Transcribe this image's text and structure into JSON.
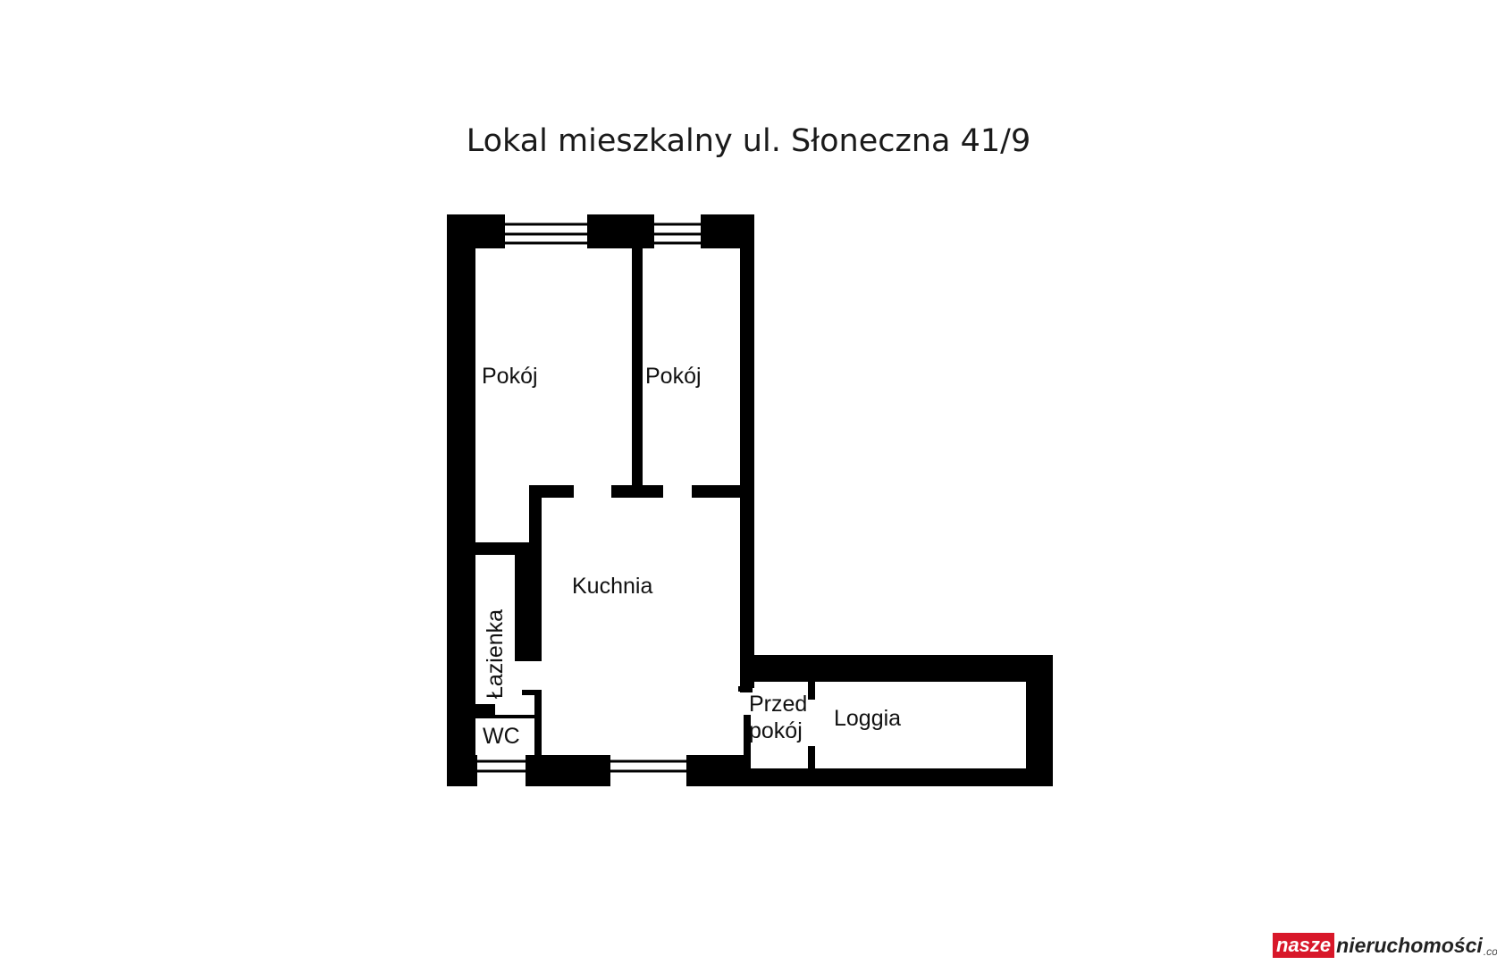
{
  "title": "Lokal mieszkalny ul. Słoneczna 41/9",
  "rooms": {
    "pokoj_1": "Pokój",
    "pokoj_2": "Pokój",
    "kuchnia": "Kuchnia",
    "lazienka": "Łazienka",
    "wc": "WC",
    "przedpokoj_1": "Przed",
    "przedpokoj_2": "pokój",
    "loggia": "Loggia"
  },
  "watermark": {
    "part1": "nasze",
    "part2": "nieruchomości",
    "part3": ".com"
  },
  "colors": {
    "wall": "#000000",
    "background": "#ffffff",
    "brand_red": "#d8182a"
  }
}
